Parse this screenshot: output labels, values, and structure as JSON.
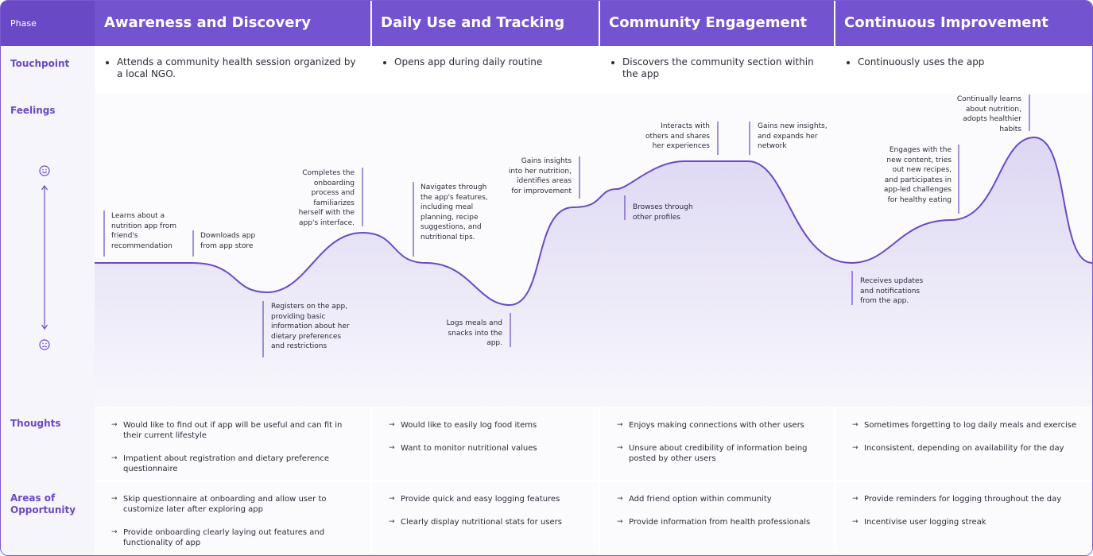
{
  "header": {
    "phase_label": "Phase",
    "phases": [
      "Awareness and Discovery",
      "Daily Use and Tracking",
      "Community Engagement",
      "Continuous Improvement"
    ]
  },
  "rows": {
    "touchpoint": "Touchpoint",
    "feelings": "Feelings",
    "thoughts": "Thoughts",
    "opportunity": "Areas of Opportunity"
  },
  "touchpoints": [
    "Attends a community health session organized by a local NGO.",
    "Opens app during daily routine",
    "Discovers the community section within the app",
    "Continuously uses the app"
  ],
  "feelings": {
    "icons": [
      "smile-icon",
      "frown-icon"
    ],
    "annotations": [
      "Learns about a nutrition app from friend's recommendation",
      "Downloads app from app store",
      "Registers on the app, providing basic information about her dietary preferences and restrictions",
      "Completes the onboarding process and familiarizes herself with the app's interface.",
      "Navigates through the app's features, including meal planning, recipe suggestions, and nutritional tips.",
      "Logs meals and snacks into the app.",
      "Gains insights into her nutrition, identifies areas for improvement",
      "Browses through other profiles",
      "Interacts with others and shares her experiences",
      "Gains new insights, and expands her network",
      "Receives updates and notifications from the app.",
      "Engages with the new content, tries out new recipes, and participates in app-led challenges for healthy eating",
      "Continually learns about nutrition, adopts healthier habits"
    ]
  },
  "thoughts": [
    [
      "Would like to find out if app will be useful and can fit in their current lifestyle",
      "Impatient about registration and dietary preference questionnaire"
    ],
    [
      "Would like to easily log food items",
      "Want to monitor nutritional values"
    ],
    [
      "Enjoys making connections with other users",
      "Unsure about credibility of information being posted by other users"
    ],
    [
      "Sometimes forgetting to log daily meals and exercise",
      "Inconsistent, depending on availability for the day"
    ]
  ],
  "opportunities": [
    [
      "Skip questionnaire at onboarding and allow user to customize later after exploring app",
      "Provide onboarding clearly laying out features and functionality of app"
    ],
    [
      "Provide quick and easy logging features",
      "Clearly display nutritional stats for users"
    ],
    [
      "Add friend option within community",
      "Provide information from health professionals"
    ],
    [
      "Provide reminders for logging throughout the day",
      "Incentivise user logging streak"
    ]
  ],
  "colors": {
    "accent": "#7353d0",
    "curve": "#6a49c7",
    "fill": "#e7e3f6"
  }
}
